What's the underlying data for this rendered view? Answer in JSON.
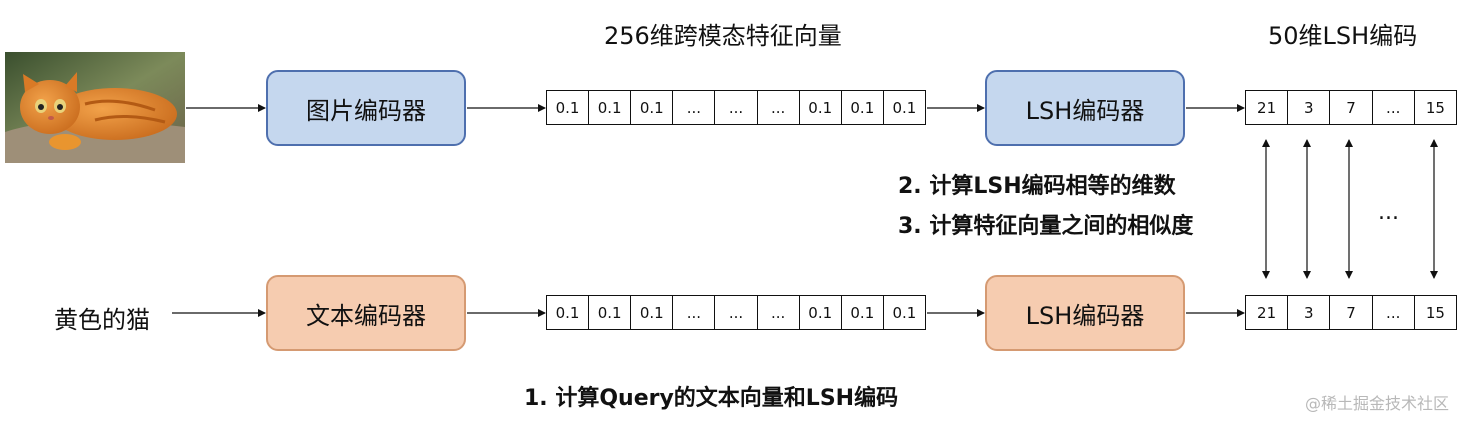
{
  "titles": {
    "feature_vector": "256维跨模态特征向量",
    "lsh_code": "50维LSH编码"
  },
  "image_row": {
    "encoder": "图片编码器",
    "feature_cells": [
      "0.1",
      "0.1",
      "0.1",
      "...",
      "...",
      "...",
      "0.1",
      "0.1",
      "0.1"
    ],
    "lsh_encoder": "LSH编码器",
    "code_cells": [
      "21",
      "3",
      "7",
      "...",
      "15"
    ]
  },
  "text_row": {
    "query": "黄色的猫",
    "encoder": "文本编码器",
    "feature_cells": [
      "0.1",
      "0.1",
      "0.1",
      "...",
      "...",
      "...",
      "0.1",
      "0.1",
      "0.1"
    ],
    "lsh_encoder": "LSH编码器",
    "code_cells": [
      "21",
      "3",
      "7",
      "...",
      "15"
    ]
  },
  "steps": {
    "step1": "1. 计算Query的文本向量和LSH编码",
    "step2": "2. 计算LSH编码相等的维数",
    "step3": "3. 计算特征向量之间的相似度"
  },
  "between_ellipsis": "...",
  "watermark": "@稀土掘金技术社区",
  "colors": {
    "image_box_fill": "#c5d7ee",
    "image_box_border": "#4e6fae",
    "text_box_fill": "#f6ccb0",
    "text_box_border": "#d59a72"
  }
}
